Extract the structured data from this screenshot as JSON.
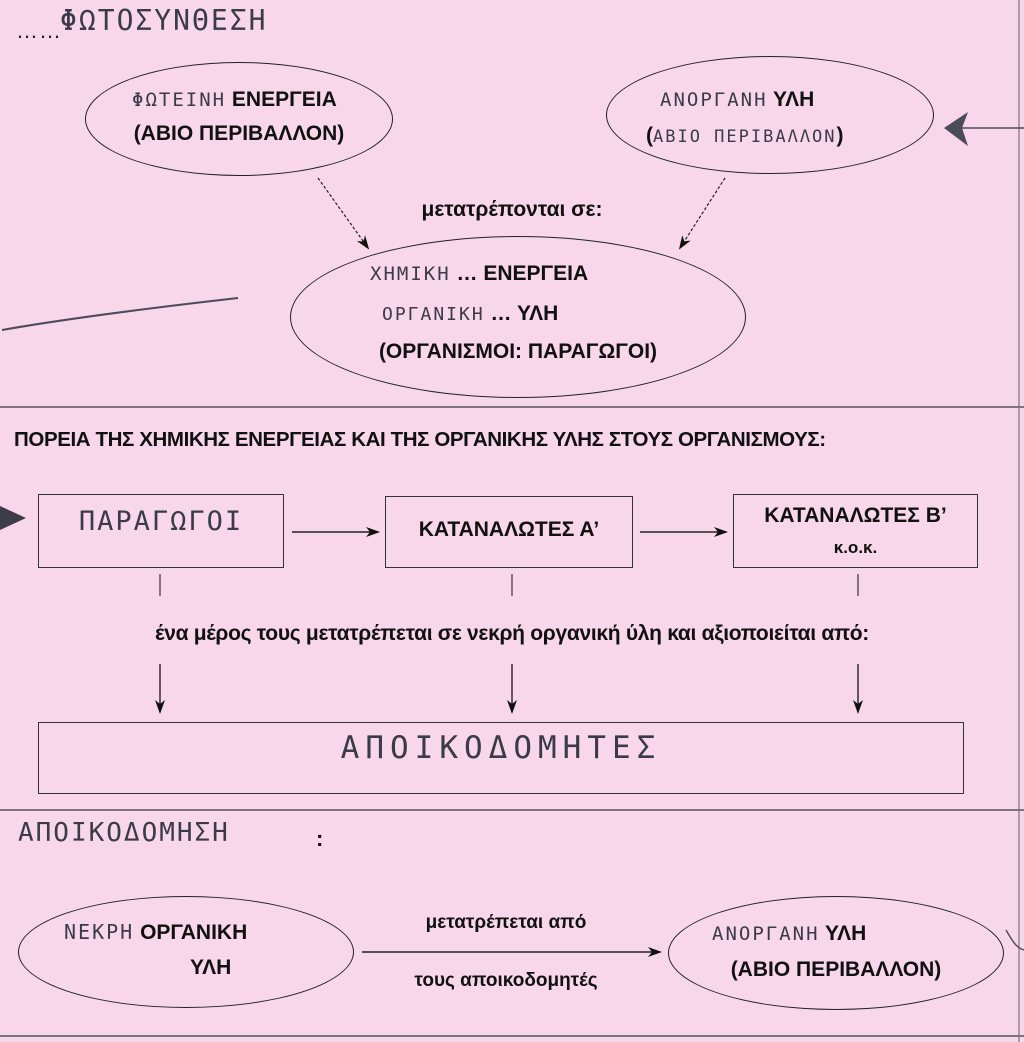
{
  "colors": {
    "background": "#f7d7e9",
    "ink": "#111111",
    "pencil": "#3a3a48"
  },
  "section1": {
    "heading_hand": "ΦΩΤΟΣΥΝΘΕΣΗ",
    "heading_dots": "……",
    "left_ellipse": {
      "hand": "ΦΩΤΕΙΝΗ",
      "line1": "ΕΝΕΡΓΕΙΑ",
      "line2": "(ΑΒΙΟ ΠΕΡΙΒΑΛΛΟΝ)"
    },
    "right_ellipse": {
      "hand": "ΑΝΟΡΓΑΝΗ",
      "line1": "ΥΛΗ",
      "hand2": "ΑΒΙΟ ΠΕΡΙΒΑΛΛΟΝ",
      "open_paren": "(",
      "close_paren": ")"
    },
    "transform_label": "μετατρέπονται σε:",
    "bottom_ellipse": {
      "hand1": "ΧΗΜΙΚΗ",
      "line1": "… ΕΝΕΡΓΕΙΑ",
      "hand2": "ΟΡΓΑΝΙΚΗ",
      "line2": "… ΥΛΗ",
      "line3": "(ΟΡΓΑΝΙΣΜΟΙ: ΠΑΡΑΓΩΓΟΙ)"
    }
  },
  "section2": {
    "title": "ΠΟΡΕΙΑ ΤΗΣ ΧΗΜΙΚΗΣ ΕΝΕΡΓΕΙΑΣ ΚΑΙ ΤΗΣ ΟΡΓΑΝΙΚΗΣ ΥΛΗΣ ΣΤΟΥΣ ΟΡΓΑΝΙΣΜΟΥΣ:",
    "producers_hand": "ΠΑΡΑΓΩΓΟΙ",
    "consumers_a": "ΚΑΤΑΝΑΛΩΤΕΣ Α’",
    "consumers_b_line1": "ΚΑΤΑΝΑΛΩΤΕΣ Β’",
    "consumers_b_line2": "κ.ο.κ.",
    "part_label": "ένα μέρος τους μετατρέπεται σε νεκρή οργανική ύλη και αξιοποιείται από:",
    "decomposers_hand": "ΑΠΟΙΚΟΔΟΜΗΤΕΣ"
  },
  "section3": {
    "heading_hand": "ΑΠΟΙΚΟΔΟΜΗΣΗ",
    "heading_colon": ":",
    "left_ellipse": {
      "hand": "ΝΕΚΡΗ",
      "line1": "ΟΡΓΑΝΙΚΗ",
      "line2": "ΥΛΗ"
    },
    "arrow_top": "μετατρέπεται από",
    "arrow_bottom": "τους αποικοδομητές",
    "right_ellipse": {
      "hand": "ΑΝΟΡΓΑΝΗ",
      "line1": "ΥΛΗ",
      "line2": "(ΑΒΙΟ ΠΕΡΙΒΑΛΛΟΝ)"
    }
  }
}
